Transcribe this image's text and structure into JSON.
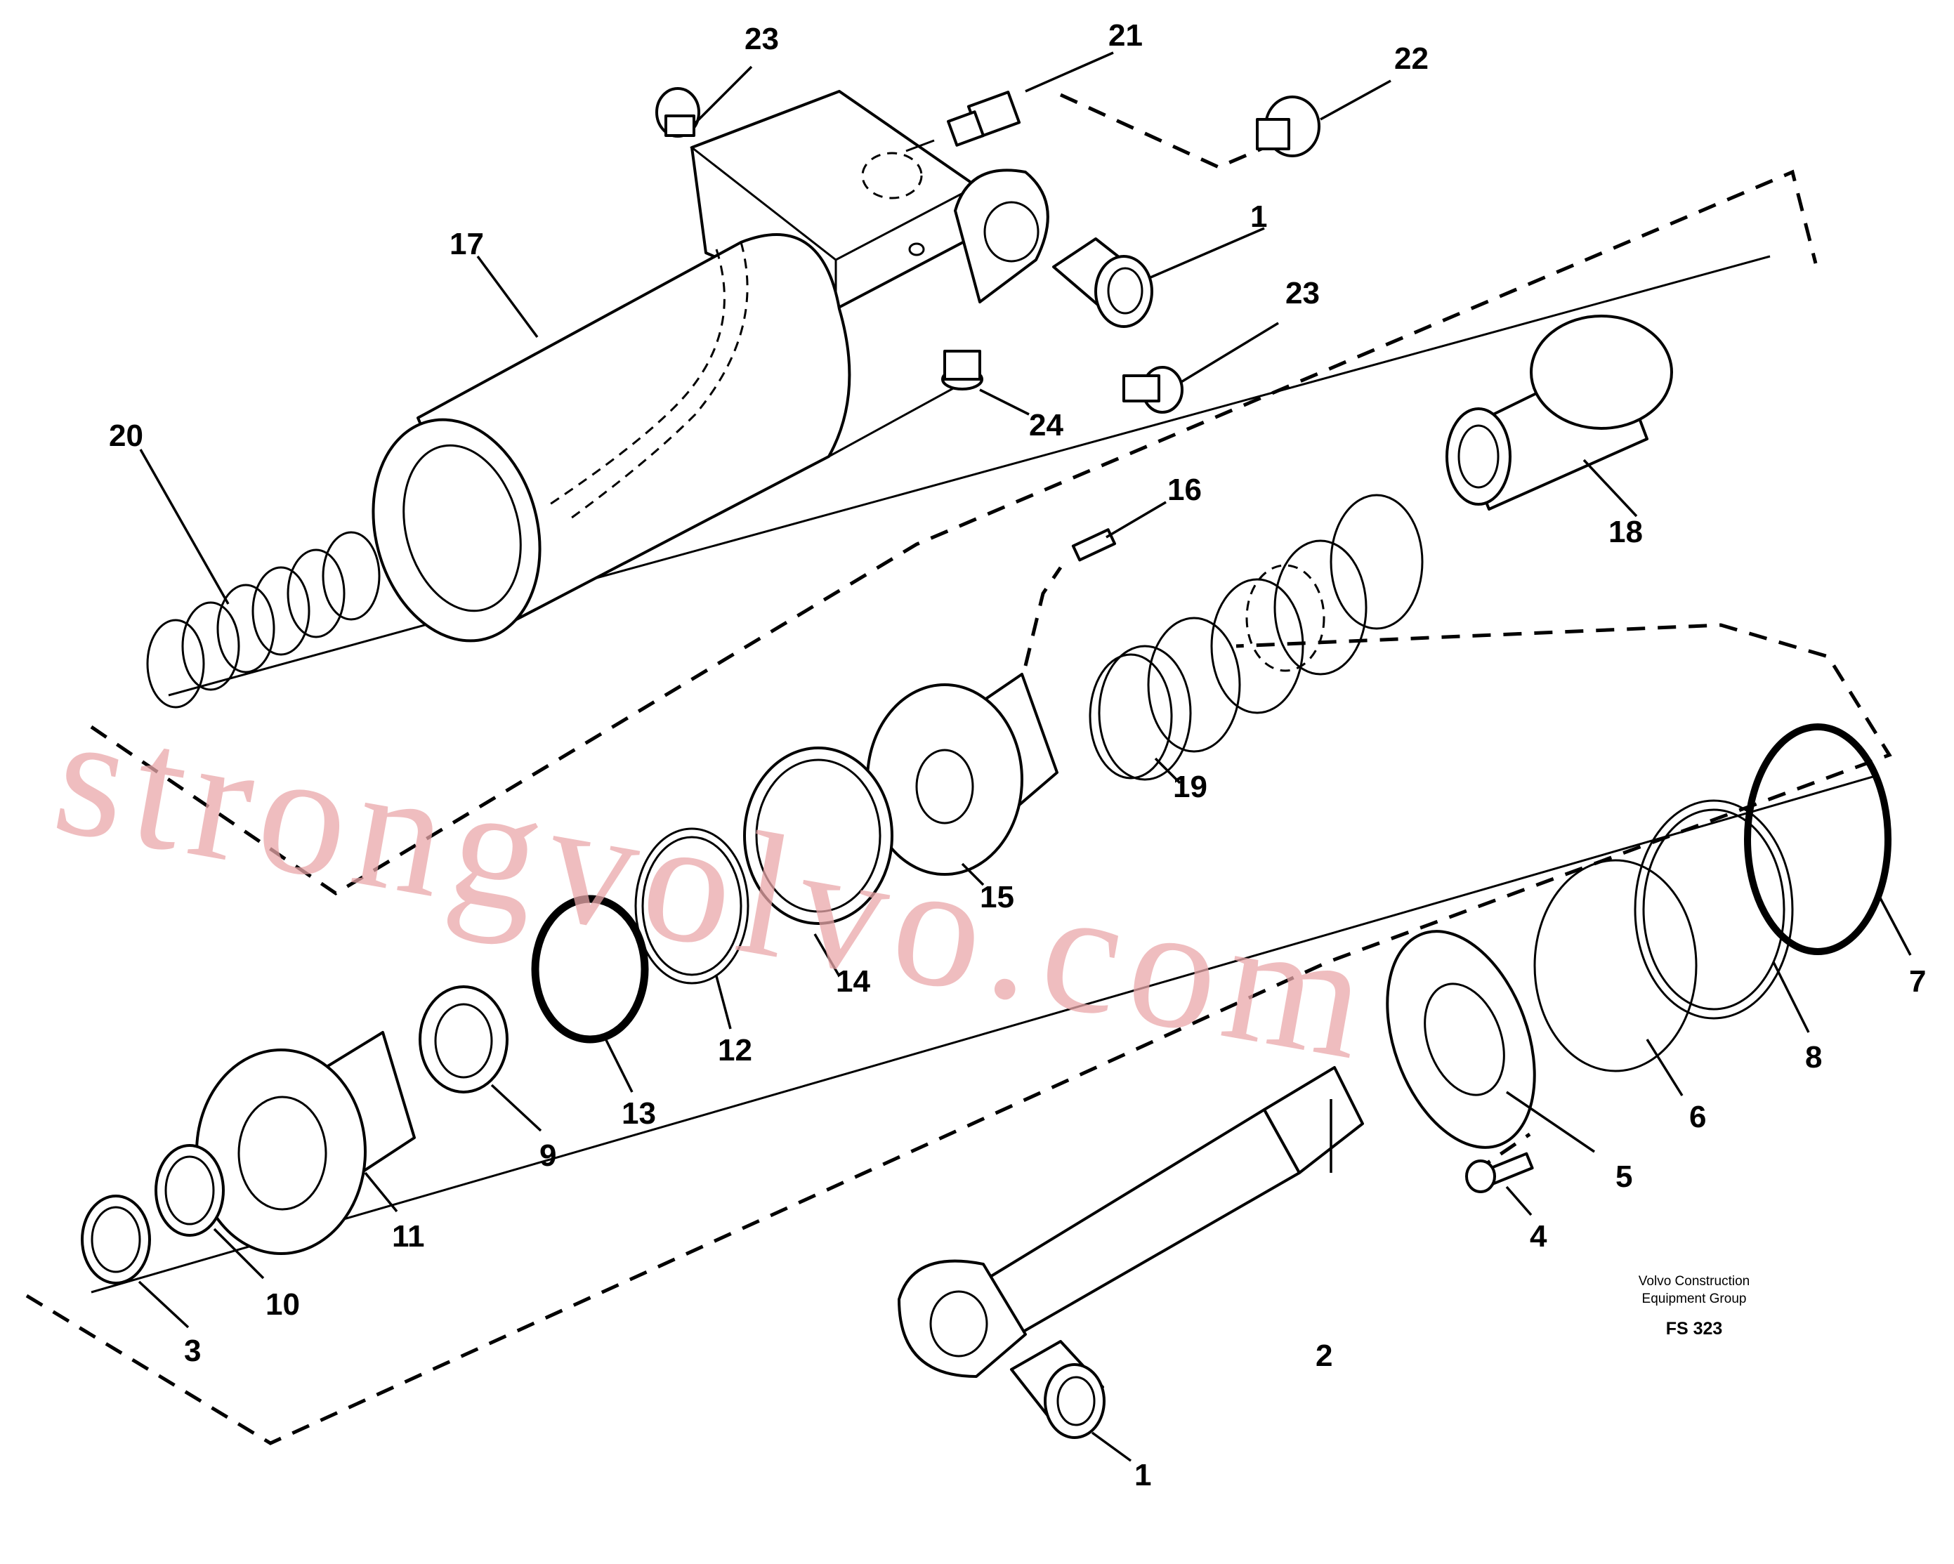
{
  "callouts": [
    "1",
    "2",
    "3",
    "4",
    "5",
    "6",
    "7",
    "8",
    "9",
    "10",
    "11",
    "12",
    "13",
    "14",
    "15",
    "16",
    "17",
    "18",
    "19",
    "20",
    "21",
    "22",
    "23",
    "23",
    "24",
    "1"
  ],
  "credit": {
    "line1": "Volvo Construction",
    "line2": "Equipment Group",
    "code": "FS 323"
  },
  "watermark": "strongvolvo.com",
  "colors": {
    "line": "#000000",
    "watermark": "#e9a7a9",
    "background": "#ffffff"
  }
}
